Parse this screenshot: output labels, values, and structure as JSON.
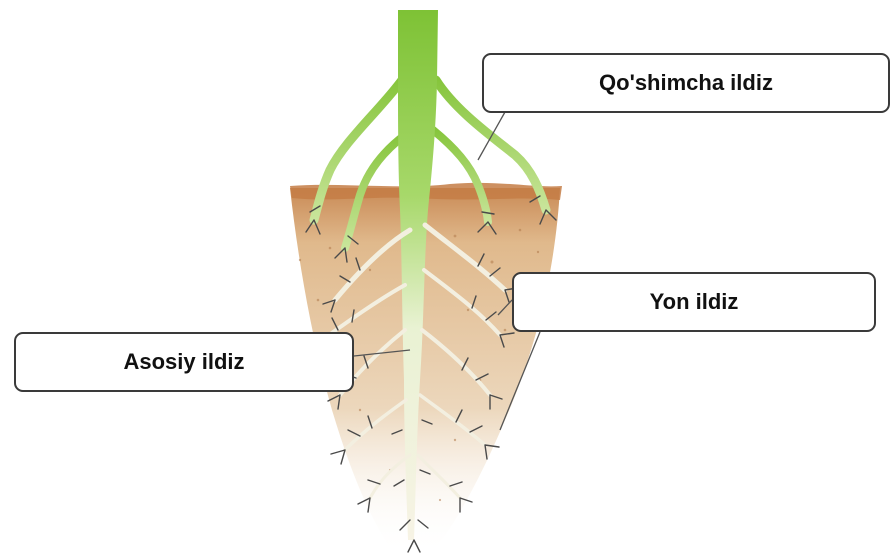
{
  "diagram": {
    "labels": {
      "adventitious_root": "Qo'shimcha ildiz",
      "lateral_root": "Yon ildiz",
      "main_root": "Asosiy ildiz"
    },
    "colors": {
      "stem_green": "#8fcc3f",
      "stem_light": "#c8e89a",
      "root_white": "#f6f3e6",
      "soil": "#d8a06a",
      "soil_dark": "#b8733f",
      "rootlet": "#4a4a4a",
      "leader_line": "#555555"
    }
  }
}
